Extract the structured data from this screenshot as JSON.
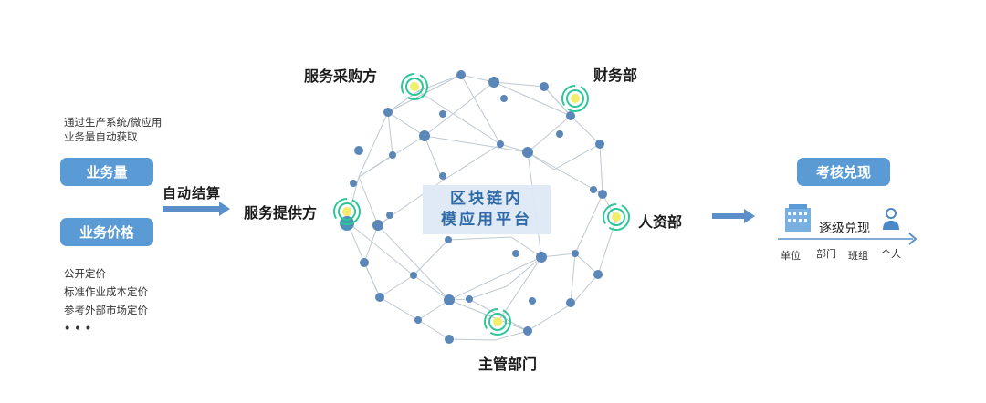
{
  "left": {
    "top_note_lines": [
      "通过生产系统/微应用",
      "业务量自动获取"
    ],
    "volume_button": "业务量",
    "price_button": "业务价格",
    "pricing_methods": [
      "公开定价",
      "标准作业成本定价",
      "参考外部市场定价"
    ],
    "ellipsis": "• • •",
    "arrow_label": "自动结算"
  },
  "network": {
    "center_line1": "区块链内",
    "center_line2": "模应用平台",
    "nodes": {
      "purchaser": "服务采购方",
      "finance": "财务部",
      "provider": "服务提供方",
      "hr": "人资部",
      "supervisor": "主管部门"
    }
  },
  "right": {
    "assessment_button": "考核兑现",
    "progression_label": "逐级兑现",
    "levels": [
      "单位",
      "部门",
      "班组",
      "个人"
    ]
  },
  "colors": {
    "pill_blue": "#5b9bd5",
    "node_blue": "#5a86b8",
    "edge_gray": "#b8c2cc",
    "beacon_green": "#2fc79a",
    "beacon_yellow": "#f2ee6a",
    "center_text": "#2f6aa6"
  }
}
